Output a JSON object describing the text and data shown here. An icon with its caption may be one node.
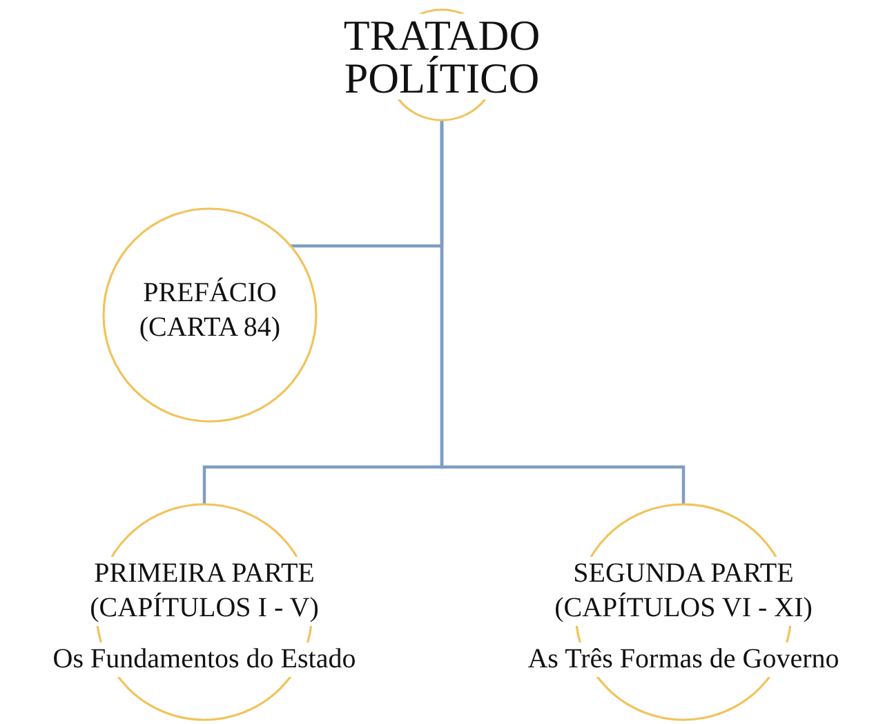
{
  "diagram": {
    "nodes": [
      {
        "text": [
          "TRATADO POLÍTICO"
        ]
      },
      {
        "text": [
          "PREFÁCIO (CARTA 84)"
        ]
      },
      {
        "text": [
          "PRIMEIRA PARTE (CAPÍTULOS I - V)",
          "Os Fundamentos do Estado"
        ]
      },
      {
        "text": [
          "SEGUNDA PARTE (CAPÍTULOS VI - XI)",
          "As Três Formas de Governo"
        ]
      }
    ],
    "edges": [
      {
        "from": 0,
        "to": 1,
        "arrow": "none"
      },
      {
        "from": 0,
        "to": 2,
        "arrow": "none"
      },
      {
        "from": 0,
        "to": 3,
        "arrow": "none"
      }
    ]
  }
}
